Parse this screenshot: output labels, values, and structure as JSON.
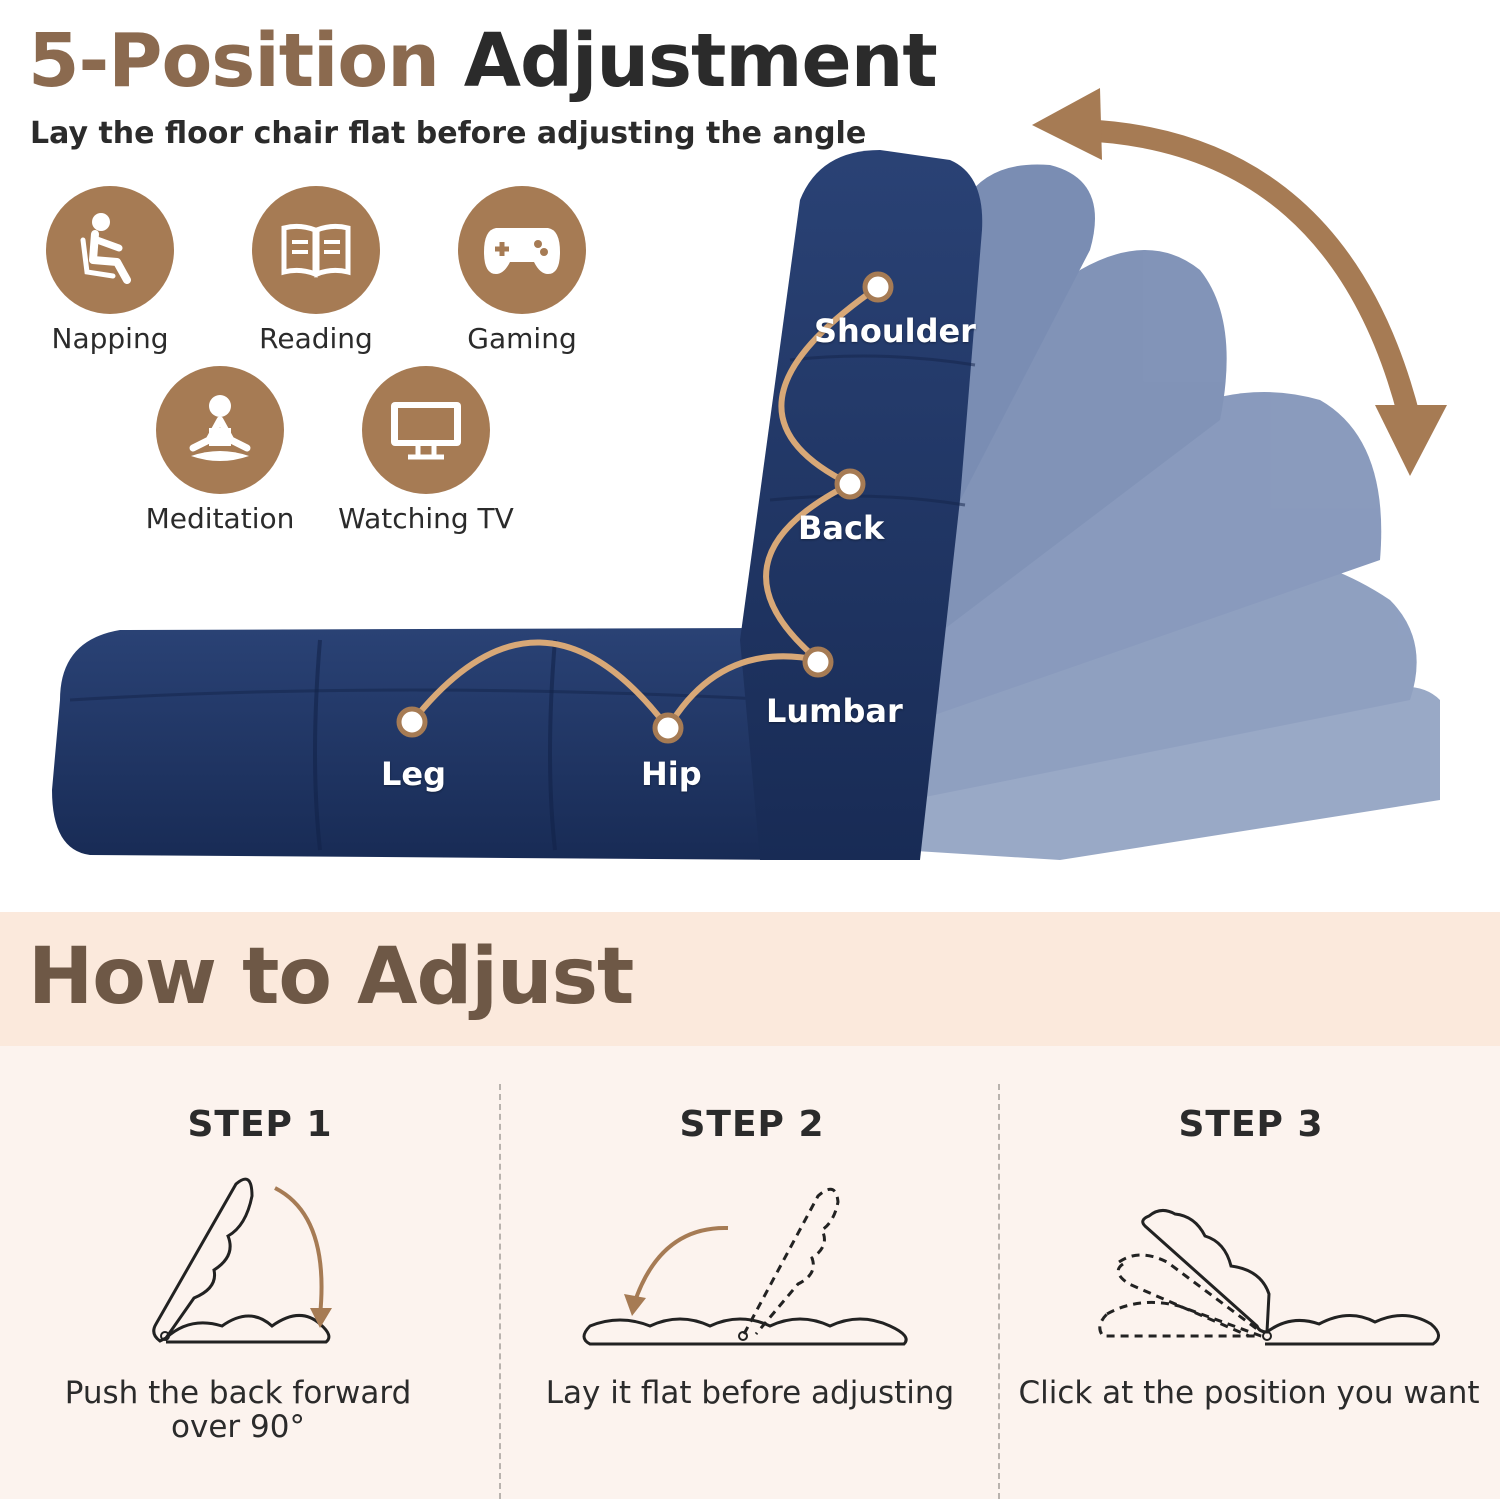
{
  "header": {
    "title_part1": "5-Position",
    "title_part2": "Adjustment",
    "subtitle": "Lay the floor chair flat before adjusting the angle"
  },
  "uses": [
    {
      "label": "Napping",
      "icon": "person-sitting-icon"
    },
    {
      "label": "Reading",
      "icon": "open-book-icon"
    },
    {
      "label": "Gaming",
      "icon": "gamepad-icon"
    },
    {
      "label": "Meditation",
      "icon": "meditation-icon"
    },
    {
      "label": "Watching TV",
      "icon": "tv-icon"
    }
  ],
  "support_points": {
    "shoulder": "Shoulder",
    "back": "Back",
    "lumbar": "Lumbar",
    "leg": "Leg",
    "hip": "Hip"
  },
  "colors": {
    "accent_brown": "#a67b54",
    "chair_navy": "#1f3566",
    "band_peach": "#fbe9dc"
  },
  "how_to": {
    "title": "How to Adjust",
    "steps": [
      {
        "title": "STEP 1",
        "caption_line1": "Push the back forward",
        "caption_line2": "over 90°"
      },
      {
        "title": "STEP 2",
        "caption_line1": "Lay it flat before adjusting",
        "caption_line2": ""
      },
      {
        "title": "STEP 3",
        "caption_line1": "Click at the position you want",
        "caption_line2": ""
      }
    ]
  }
}
